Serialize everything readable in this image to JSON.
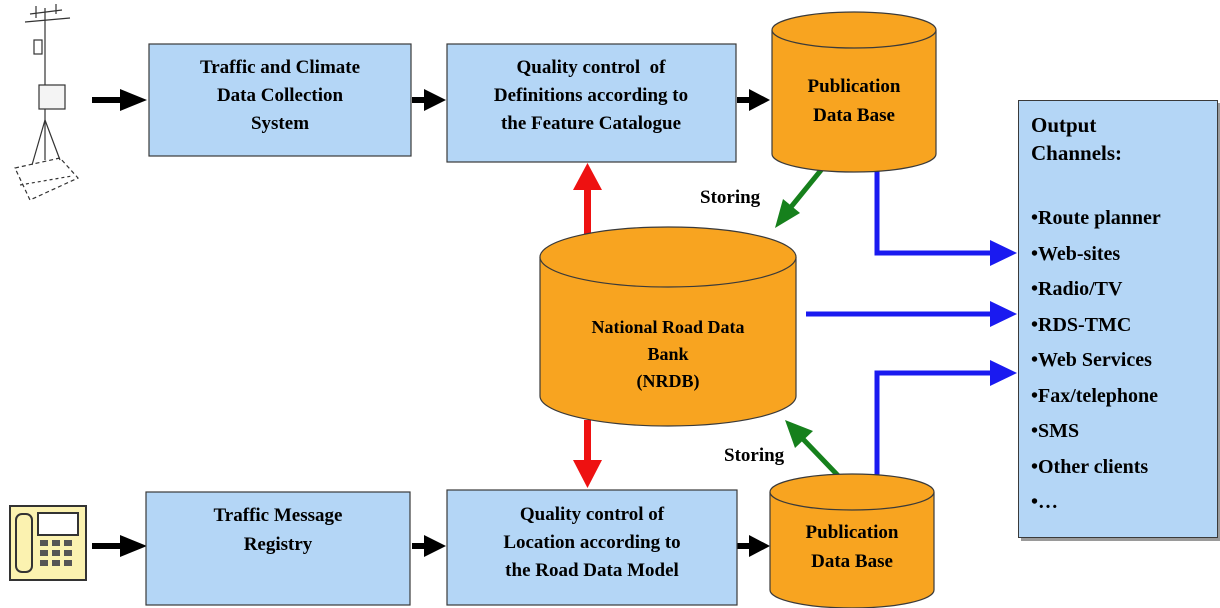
{
  "process_boxes": {
    "collection": [
      "Traffic and Climate",
      "Data Collection",
      "System"
    ],
    "qc_definitions": [
      "Quality control  of",
      "Definitions according to",
      "the Feature Catalogue"
    ],
    "message_registry": [
      "Traffic Message",
      "Registry"
    ],
    "qc_location": [
      "Quality control of",
      "Location according to",
      "the Road Data Model"
    ]
  },
  "databases": {
    "publication_top": [
      "Publication",
      "Data Base"
    ],
    "publication_bottom": [
      "Publication",
      "Data Base"
    ],
    "nrdb": [
      "National Road Data",
      "Bank",
      "(NRDB)"
    ]
  },
  "labels": {
    "storing_top": "Storing",
    "storing_bottom": "Storing"
  },
  "output": {
    "title_line1": "Output",
    "title_line2": "Channels:",
    "channels": [
      "•Route planner",
      "•Web-sites",
      "•Radio/TV",
      "•RDS-TMC",
      "•Web Services",
      "•Fax/telephone",
      "•SMS",
      "•Other clients",
      "•…"
    ]
  },
  "colors": {
    "box_fill": "#b4d6f6",
    "db_fill": "#f8a420",
    "flow_arrow": "#000000",
    "storing_arrow": "#16801c",
    "output_arrow": "#1a1af0",
    "qc_arrow": "#ee1111"
  },
  "icons": [
    "weather-station-icon",
    "telephone-icon"
  ]
}
